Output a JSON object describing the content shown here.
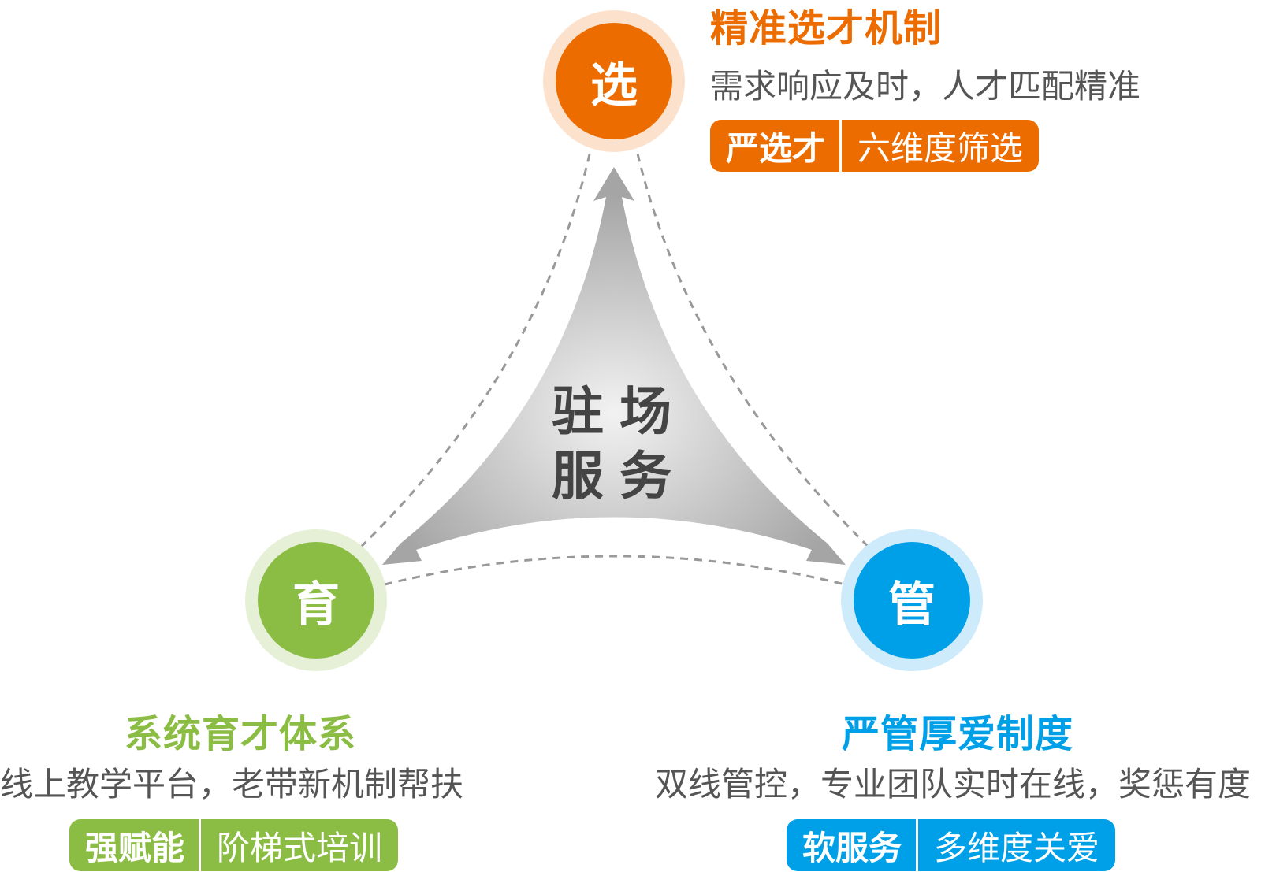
{
  "center": {
    "line1": "驻场",
    "line2": "服务"
  },
  "colors": {
    "orange": "#EC6C00",
    "green": "#8BBD45",
    "blue": "#00A0E8",
    "gray": "#aaaaaa"
  },
  "nodes": [
    {
      "char": "选",
      "title": "精准选才机制",
      "subtitle": "需求响应及时，人才匹配精准",
      "badge_main": "严选才",
      "badge_detail": "六维度筛选"
    },
    {
      "char": "育",
      "title": "系统育才体系",
      "subtitle": "线上教学平台，老带新机制帮扶",
      "badge_main": "强赋能",
      "badge_detail": "阶梯式培训"
    },
    {
      "char": "管",
      "title": "严管厚爱制度",
      "subtitle": "双线管控，专业团队实时在线，奖惩有度",
      "badge_main": "软服务",
      "badge_detail": "多维度关爱"
    }
  ]
}
